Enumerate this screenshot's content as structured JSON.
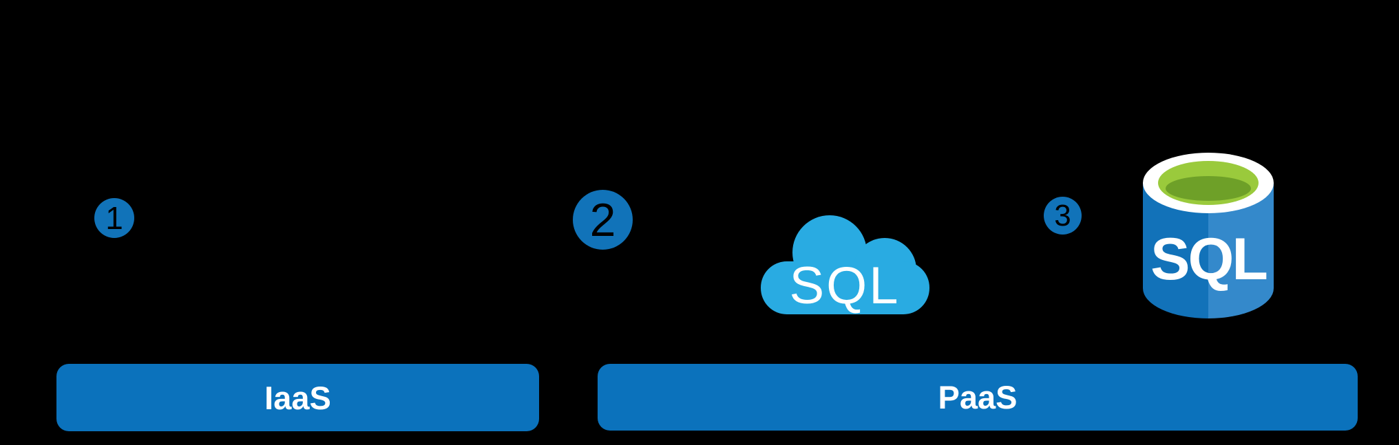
{
  "steps": [
    {
      "number": "1"
    },
    {
      "number": "2"
    },
    {
      "number": "3"
    }
  ],
  "bars": [
    {
      "label": "IaaS"
    },
    {
      "label": "PaaS"
    }
  ],
  "icons": {
    "sql_cloud": {
      "label": "SQL"
    },
    "sql_database": {
      "label": "SQL"
    }
  },
  "colors": {
    "background": "#000000",
    "badge_blue": "#1173b9",
    "badge_number": "#000000",
    "bar_blue": "#0b72bc",
    "bar_text": "#ffffff",
    "cloud_blue": "#29abe2",
    "cloud_text": "#ffffff",
    "db_body_dark": "#1272b9",
    "db_body_light": "#3489cb",
    "db_rim_white": "#ffffff",
    "db_top_green": "#9aca3c",
    "db_top_green_dark": "#6ea028",
    "db_text": "#ffffff"
  }
}
